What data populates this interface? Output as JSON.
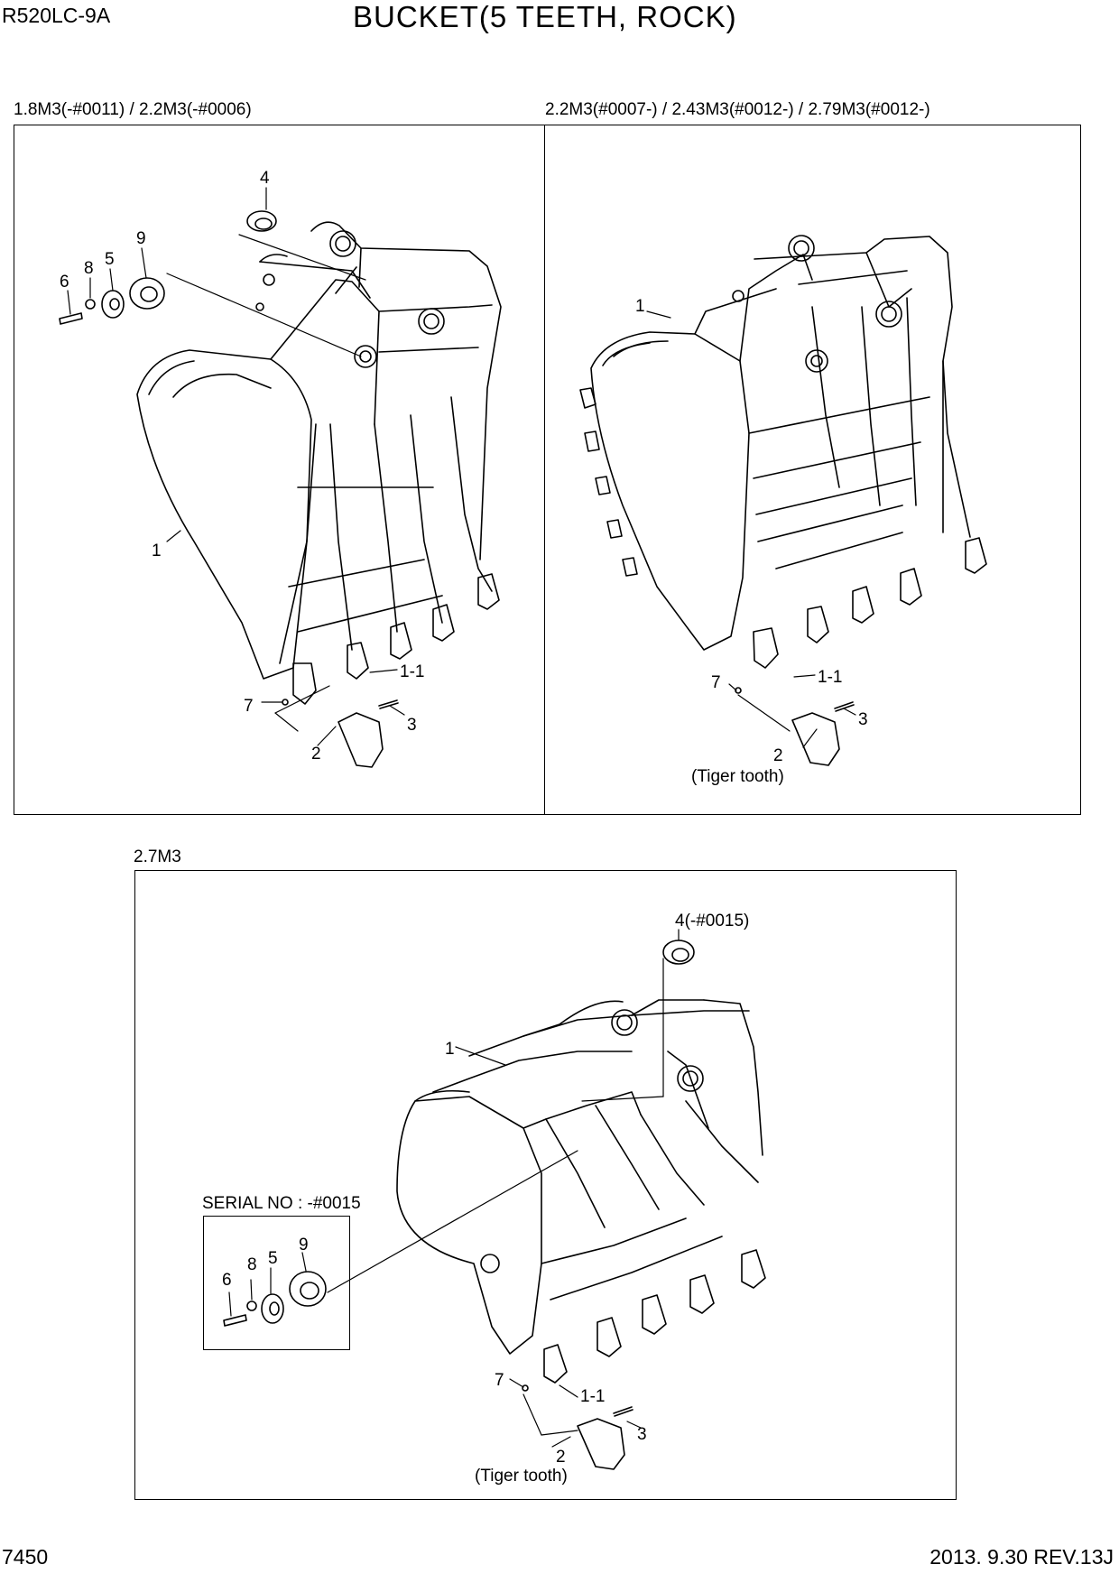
{
  "header": {
    "model": "R520LC-9A",
    "title": "BUCKET(5 TEETH, ROCK)"
  },
  "panels": {
    "top_left": {
      "label": "1.8M3(-#0011) / 2.2M3(-#0006)",
      "callouts": {
        "c1": "1",
        "c1_1": "1-1",
        "c2": "2",
        "c3": "3",
        "c4": "4",
        "c5": "5",
        "c6": "6",
        "c7": "7",
        "c8": "8",
        "c9": "9"
      }
    },
    "top_right": {
      "label": "2.2M3(#0007-) / 2.43M3(#0012-) / 2.79M3(#0012-)",
      "callouts": {
        "c1": "1",
        "c1_1": "1-1",
        "c2": "2",
        "c3": "3",
        "c7": "7"
      },
      "note": "(Tiger tooth)"
    },
    "bottom": {
      "label": "2.7M3",
      "callouts": {
        "c1": "1",
        "c1_1": "1-1",
        "c2": "2",
        "c3": "3",
        "c4": "4(-#0015)",
        "c5": "5",
        "c6": "6",
        "c7": "7",
        "c8": "8",
        "c9": "9"
      },
      "serial_label": "SERIAL NO : -#0015",
      "note": "(Tiger tooth)"
    }
  },
  "footer": {
    "page_number": "7450",
    "revision": "2013. 9.30  REV.13J"
  }
}
